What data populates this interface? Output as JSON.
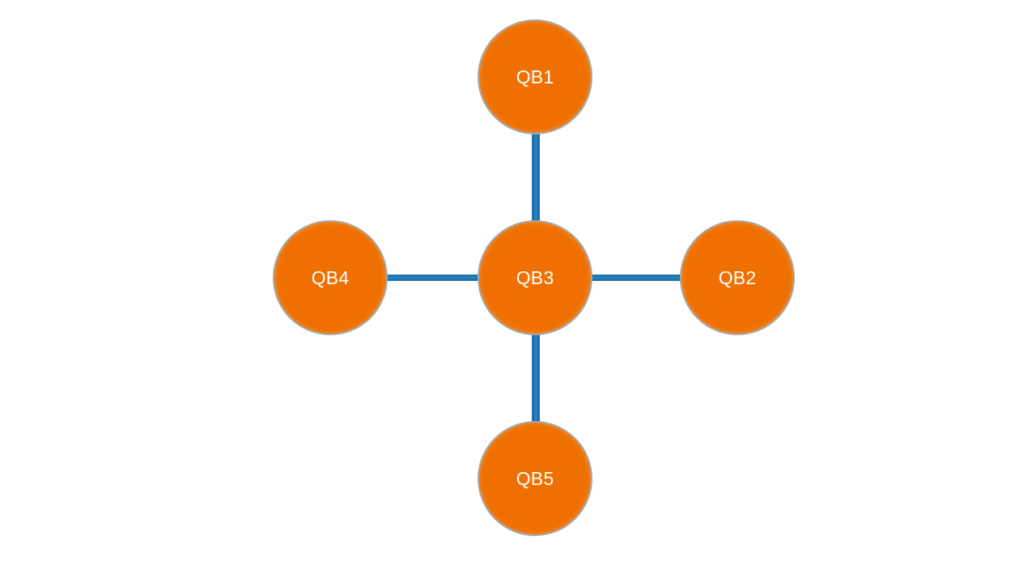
{
  "diagram": {
    "node_color": "#ef7000",
    "edge_color": "#1f6fa8",
    "nodes": {
      "qb1": {
        "label": "QB1"
      },
      "qb2": {
        "label": "QB2"
      },
      "qb3": {
        "label": "QB3"
      },
      "qb4": {
        "label": "QB4"
      },
      "qb5": {
        "label": "QB5"
      }
    },
    "edges": [
      {
        "from": "QB3",
        "to": "QB1"
      },
      {
        "from": "QB3",
        "to": "QB2"
      },
      {
        "from": "QB3",
        "to": "QB4"
      },
      {
        "from": "QB3",
        "to": "QB5"
      }
    ]
  }
}
